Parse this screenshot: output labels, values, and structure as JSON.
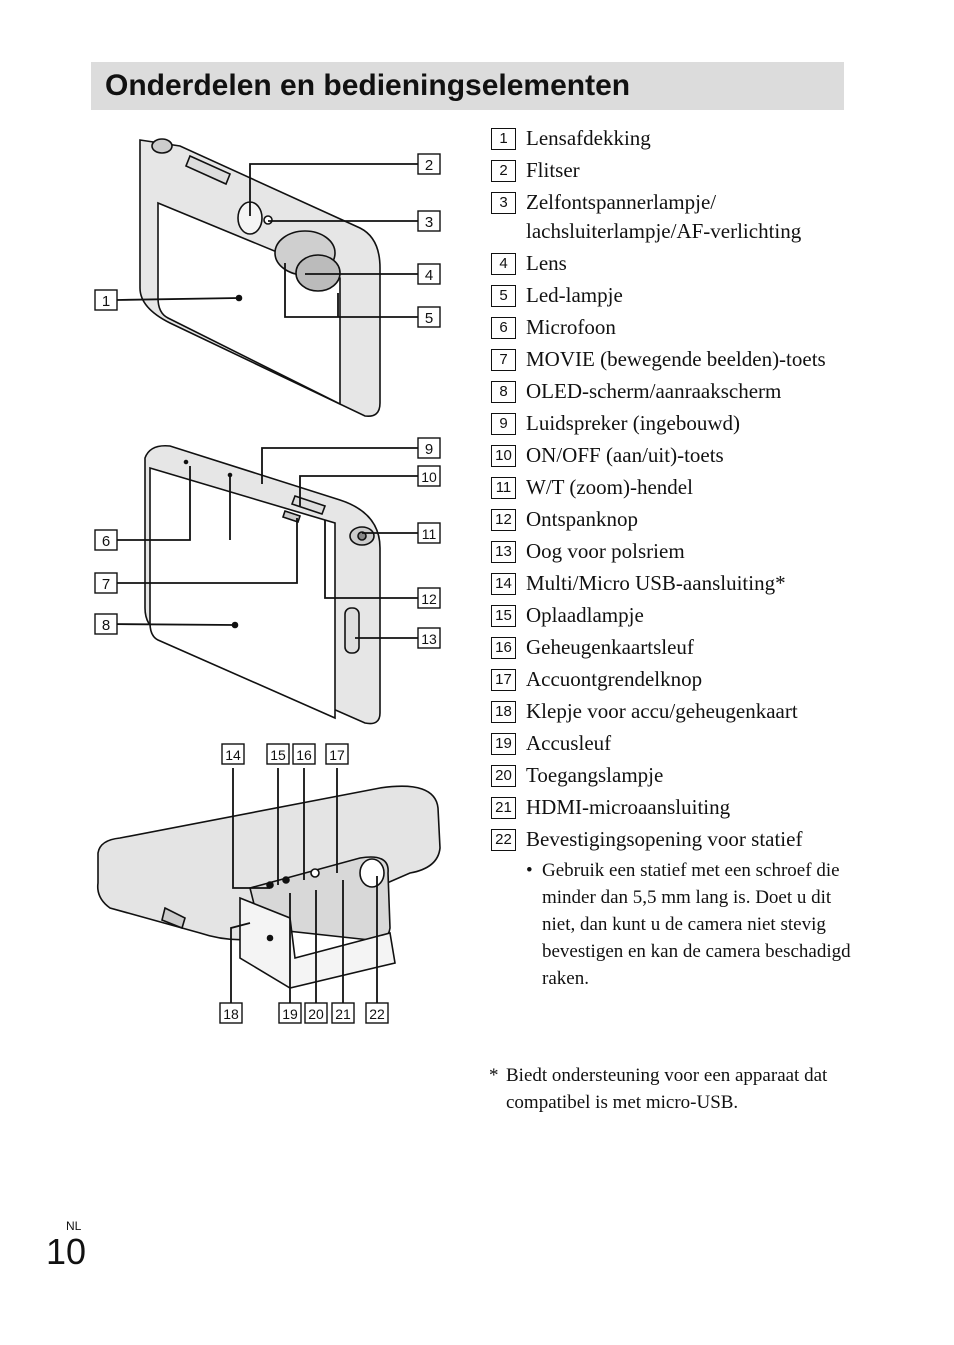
{
  "title": "Onderdelen en bedieningselementen",
  "parts": [
    {
      "num": "1",
      "label": "Lensafdekking"
    },
    {
      "num": "2",
      "label": "Flitser"
    },
    {
      "num": "3",
      "label": "Zelfontspannerlampje/ lachsluiterlampje/AF-verlichting"
    },
    {
      "num": "4",
      "label": "Lens"
    },
    {
      "num": "5",
      "label": "Led-lampje"
    },
    {
      "num": "6",
      "label": "Microfoon"
    },
    {
      "num": "7",
      "label": "MOVIE (bewegende beelden)-toets"
    },
    {
      "num": "8",
      "label": "OLED-scherm/aanraakscherm"
    },
    {
      "num": "9",
      "label": "Luidspreker (ingebouwd)"
    },
    {
      "num": "10",
      "label": "ON/OFF (aan/uit)-toets"
    },
    {
      "num": "11",
      "label": "W/T (zoom)-hendel"
    },
    {
      "num": "12",
      "label": "Ontspanknop"
    },
    {
      "num": "13",
      "label": "Oog voor polsriem"
    },
    {
      "num": "14",
      "label": "Multi/Micro USB-aansluiting*"
    },
    {
      "num": "15",
      "label": "Oplaadlampje"
    },
    {
      "num": "16",
      "label": "Geheugenkaartsleuf"
    },
    {
      "num": "17",
      "label": "Accuontgrendelknop"
    },
    {
      "num": "18",
      "label": "Klepje voor accu/geheugenkaart"
    },
    {
      "num": "19",
      "label": "Accusleuf"
    },
    {
      "num": "20",
      "label": "Toegangslampje"
    },
    {
      "num": "21",
      "label": "HDMI-microaansluiting"
    },
    {
      "num": "22",
      "label": "Bevestigingsopening voor statief"
    }
  ],
  "tripod_note": "Gebruik een statief met een schroef die minder dan 5,5 mm lang is. Doet u dit niet, dan kunt u de camera niet stevig bevestigen en kan de camera beschadigd raken.",
  "bullet": "•",
  "footnote_mark": "*",
  "footnote": "Biedt ondersteuning voor een apparaat dat compatibel is met micro-USB.",
  "page_lang": "NL",
  "page_number": "10"
}
